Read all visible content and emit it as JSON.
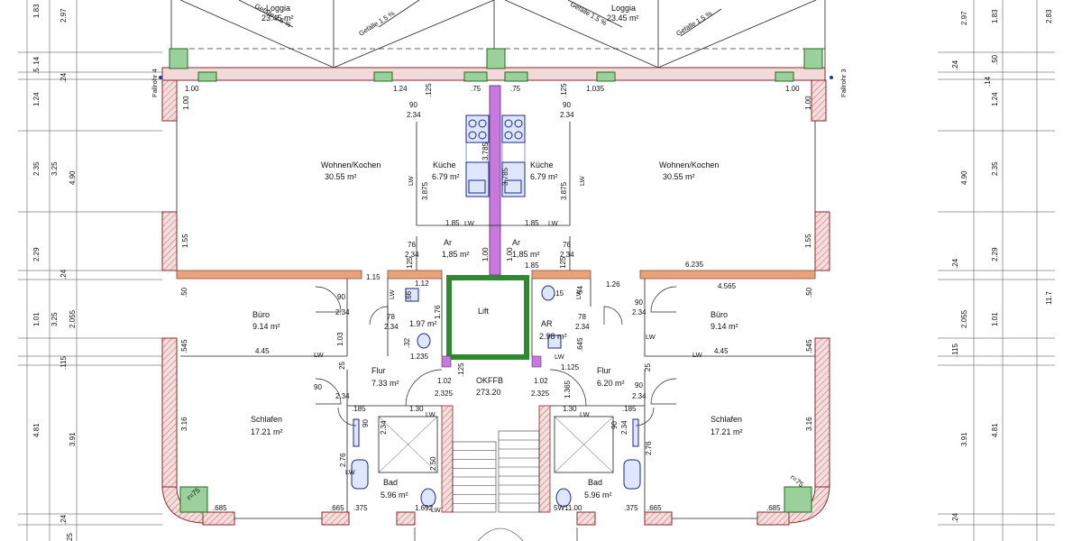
{
  "rooms": {
    "loggia_left": {
      "name": "Loggia",
      "area": "23.45 m²"
    },
    "loggia_right": {
      "name": "Loggia",
      "area": "23.45 m²"
    },
    "wohnen_left": {
      "name": "Wohnen/Kochen",
      "area": "30.55 m²"
    },
    "wohnen_right": {
      "name": "Wohnen/Kochen",
      "area": "30.55 m²"
    },
    "kueche_left": {
      "name": "Küche",
      "area": "6.79 m²"
    },
    "kueche_right": {
      "name": "Küche",
      "area": "6.79 m²"
    },
    "ar_left": {
      "name": "Ar",
      "area": "1,85 m²"
    },
    "ar_right": {
      "name": "Ar",
      "area": "1,85 m²"
    },
    "buero_left": {
      "name": "Büro",
      "area": "9.14 m²"
    },
    "buero_right": {
      "name": "Büro",
      "area": "9.14 m²"
    },
    "flur_left": {
      "name": "Flur",
      "area": "7.33 m²"
    },
    "flur_right": {
      "name": "Flur",
      "area": "6.20 m²"
    },
    "schlafen_left": {
      "name": "Schlafen",
      "area": "17.21 m²"
    },
    "schlafen_right": {
      "name": "Schlafen",
      "area": "17.21 m²"
    },
    "bad_left": {
      "name": "Bad",
      "area": "5.96 m²"
    },
    "bad_right": {
      "name": "Bad",
      "area": "5.96 m²"
    },
    "wc_left": {
      "area": "1.97 m²"
    },
    "ar_center": {
      "name": "AR",
      "area": "2.98 m²"
    },
    "lift": {
      "name": "Lift"
    }
  },
  "labels": {
    "gefaelle": "Gefälle 1.5 %",
    "fallrohr_left": "Fallrohr 4",
    "fallrohr_right": "Fallrohr 3",
    "okffb": "OKFFB",
    "okffb_value": "273.20",
    "lw": "LW"
  },
  "dims_left_outer": [
    "1.83",
    ".14",
    "1.24",
    "2.35",
    ".24",
    "2.29",
    "1.01",
    ".115",
    "4.81",
    ".24",
    "25"
  ],
  "dims_left_inner": [
    "2.97",
    "3.25",
    "4.90",
    "3.25",
    "2.055",
    "3.91"
  ],
  "dims_left_misc": [
    ".5",
    ".24",
    ".24"
  ],
  "dims_right_outer": [
    "2.97",
    "1.83",
    "2.83",
    ".50",
    "1.24",
    "2.35",
    "2.29",
    "1.01",
    "4.81",
    "11.7"
  ],
  "dims_right_inner": [
    ".24",
    ".14",
    "4.90",
    ".24",
    "2.055",
    ".115",
    "3.91",
    ".24"
  ],
  "dims_plan": {
    "w100_l": "1.00",
    "w124": "1.24",
    "w125a": ".125",
    "w75a": ".75",
    "w75b": ".75",
    "w125b": ".125",
    "w1035": "1.035",
    "w100_r": "1.00",
    "d90a": "90",
    "d234a": "2.34",
    "d90b": "90",
    "d234b": "2.34",
    "v100_l": "1.00",
    "v100_r": "1.00",
    "v3785": "3.785",
    "v3875a": "3.875",
    "v3875b": "3.875",
    "v3785b": "3.785",
    "h185a": "1.85",
    "h185b": "1.85",
    "v155_l": "1.55",
    "v155_r": "1.55",
    "d76a": "76",
    "d234c": "2.34",
    "d76b": "76",
    "d234d": "2.34",
    "v125c": "125",
    "v112": "1.12",
    "v100c": "1.00",
    "v100d": "1.00",
    "h185c": "1.85",
    "v125d": "125",
    "h115": "1.15",
    "h6235": "6.235",
    "h126": "1.26",
    "h4565": "4.565",
    "v50_l": ".50",
    "v50_r": ".50",
    "d90c": "90",
    "d234e": "2.34",
    "d90d": "90",
    "d234f": "2.34",
    "v66": ".66",
    "v176": "1.76",
    "v15": ".15",
    "v54": "54",
    "d78a": "78",
    "d234g": "2.34",
    "d78b": "78",
    "d234h": "2.34",
    "v103": "1.03",
    "v545a": ".545",
    "v645": ".645",
    "v545b": ".545",
    "v32": ".32",
    "h1235": "1.235",
    "h1125": "1.125",
    "h445a": "4.45",
    "h445b": "4.45",
    "v125e": ".125",
    "v25a": "25",
    "v25b": "25",
    "d90e": "90",
    "d234i": "2.34",
    "d90f": "90",
    "d234j": "2.34",
    "d102a": "1.02",
    "d2325a": "2.325",
    "d102b": "1.02",
    "d2325b": "2.325",
    "v1365": "1.365",
    "h130a": "1.30",
    "h130b": "1.30",
    "v185a": ".185",
    "v185b": ".185",
    "d90g": "90",
    "d234k": "2.34",
    "d90h": "90",
    "d234l": "2.34",
    "v316_l": "3.16",
    "v316_r": "3.16",
    "v276_l": "2.76",
    "v276_r": "2.76",
    "v250": "2.50",
    "r75_l": "r=75",
    "r75_r": "r=75",
    "h685_l": ".685",
    "h665_l": ".665",
    "h375_l": ".375",
    "h1692": "1.692",
    "h5w1100": "5W11.00",
    "h375_r": ".375",
    "h665_r": ".665",
    "h685_r": ".685"
  }
}
